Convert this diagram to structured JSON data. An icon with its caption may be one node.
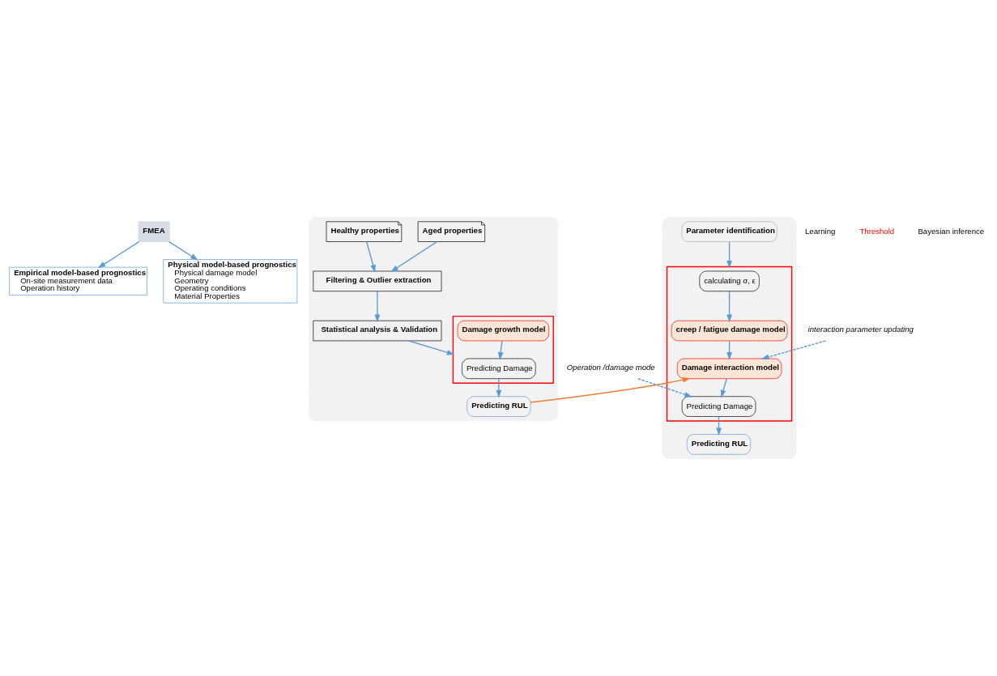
{
  "diagram": {
    "nodes": [
      {
        "text": [
          "FMEA"
        ]
      },
      {
        "text": [
          "Empirical model-based prognostics",
          "On-site measurement data",
          "Operation history"
        ]
      },
      {
        "text": [
          "Physical model-based prognostics",
          "Physical damage model",
          "Geometry",
          "Operating conditions",
          "Material Properties"
        ]
      },
      {
        "text": [],
        "shape": "box"
      },
      {
        "text": [
          "Aged properties"
        ],
        "in": 3
      },
      {
        "text": [
          "Healthy properties"
        ],
        "in": 3
      },
      {
        "text": [
          "Filtering & Outlier extraction"
        ],
        "in": 3
      },
      {
        "text": [
          "Statistical analysis & Validation"
        ],
        "in": 3
      },
      {
        "text": [],
        "shape": "box",
        "in": 3
      },
      {
        "text": [
          "Predicting Damage"
        ],
        "in": 8
      },
      {
        "text": [
          "Damage growth model"
        ],
        "in": 8
      },
      {
        "text": [
          "Predicting RUL"
        ],
        "in": 3
      },
      {
        "text": [],
        "shape": "box"
      },
      {
        "text": [
          "Parameter identification"
        ],
        "in": 12
      },
      {
        "text": [],
        "shape": "box",
        "in": 12
      },
      {
        "text": [
          "calculating σ, ε"
        ],
        "in": 14
      },
      {
        "text": [
          "creep / fatigue damage model"
        ],
        "in": 14
      },
      {
        "text": [
          "Damage interaction model"
        ],
        "in": 14
      },
      {
        "text": [
          "Predicting Damage"
        ],
        "in": 14
      },
      {
        "text": [
          "Predicting RUL"
        ],
        "in": 12
      },
      {
        "text": [
          "interaction parameter updating"
        ]
      },
      {
        "text": [
          "Operation /damage mode"
        ]
      }
    ],
    "edges": [
      {
        "from": 0,
        "to": 1,
        "arrow": "to"
      },
      {
        "from": 0,
        "to": 2,
        "arrow": "to"
      },
      {
        "from": 4,
        "to": 6,
        "arrow": "to"
      },
      {
        "from": 5,
        "to": 6,
        "arrow": "to"
      },
      {
        "from": 6,
        "to": 7,
        "arrow": "to"
      },
      {
        "from": 7,
        "to": 8,
        "arrow": "to"
      },
      {
        "from": 10,
        "to": 9,
        "arrow": "to"
      },
      {
        "from": 9,
        "to": 11,
        "arrow": "to"
      },
      {
        "from": 11,
        "to": 17,
        "arrow": "to",
        "color": "#ed7d31"
      },
      {
        "from": 13,
        "to": 14,
        "arrow": "to"
      },
      {
        "from": 15,
        "to": 16,
        "arrow": "to"
      },
      {
        "from": 16,
        "to": 17,
        "arrow": "to"
      },
      {
        "from": 17,
        "to": 18,
        "arrow": "to"
      },
      {
        "from": 18,
        "to": 19,
        "arrow": "to"
      },
      {
        "from": 20,
        "to": 17,
        "arrow": "to",
        "style": "dashed"
      },
      {
        "from": 21,
        "to": 18,
        "arrow": "to",
        "style": "dashed"
      }
    ],
    "labels": [
      "Learning",
      "Threshold",
      "Bayesian inference"
    ]
  }
}
